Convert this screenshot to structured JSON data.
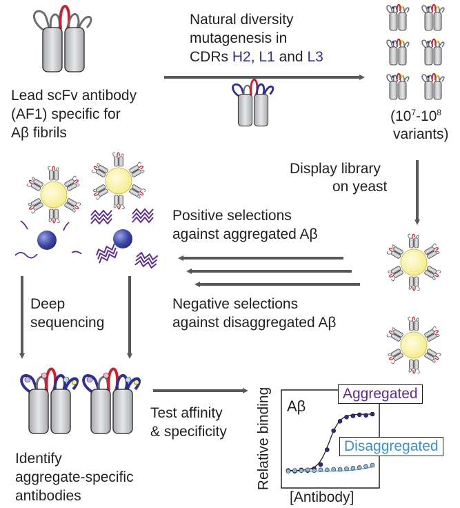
{
  "labels": {
    "lead_lines": [
      "Lead scFv antibody",
      "(AF1) specific for",
      "Aβ fibrils"
    ],
    "mutagenesis_line1": "Natural diversity",
    "mutagenesis_line2": "mutagenesis in",
    "mutagenesis_prefix": "CDRs ",
    "cdr_h2": "H2",
    "comma": ", ",
    "cdr_l1": "L1",
    "and": " and ",
    "cdr_l3": "L3",
    "library_open": "(10",
    "library_exp1": "7",
    "library_dash": "-10",
    "library_exp2": "8",
    "library_line2": "variants)",
    "display_lines": [
      "Display library",
      "on yeast"
    ],
    "positive_lines": [
      "Positive selections",
      "against aggregated Aβ"
    ],
    "negative_lines": [
      "Negative selections",
      "against disaggregated Aβ"
    ],
    "deep_lines": [
      "Deep",
      "sequencing"
    ],
    "test_lines": [
      "Test affinity",
      "& specificity"
    ],
    "identify_lines": [
      "Identify",
      "aggregate-specific",
      "antibodies"
    ]
  },
  "chart_data": {
    "type": "scatter",
    "panel_label": "Aβ",
    "xlabel": "[Antibody]",
    "ylabel": "Relative binding",
    "series": [
      {
        "name": "Aggregated",
        "color": "#2e2a7d",
        "x": [
          1,
          2,
          3,
          4,
          5,
          6,
          7,
          8,
          9,
          10,
          11,
          12,
          13,
          14
        ],
        "values": [
          0.05,
          0.04,
          0.06,
          0.05,
          0.08,
          0.15,
          0.4,
          0.72,
          0.88,
          0.95,
          0.97,
          0.99,
          0.98,
          1.0
        ]
      },
      {
        "name": "Disaggregated",
        "color": "#8fb8e0",
        "x": [
          1,
          2,
          3,
          4,
          5,
          6,
          7,
          8,
          9,
          10,
          11,
          12,
          13,
          14
        ],
        "values": [
          0.04,
          0.05,
          0.05,
          0.06,
          0.05,
          0.06,
          0.06,
          0.07,
          0.07,
          0.08,
          0.09,
          0.1,
          0.12,
          0.14
        ]
      }
    ],
    "legend_placement": "annotations-on-curves",
    "grid": false
  },
  "colors": {
    "arrow": "#58595b",
    "cdr_red": "#cc1f2f",
    "cdr_blue": "#2e3192",
    "aggregated_label": "#5b2d8e",
    "disaggregated_label": "#3d8fd0",
    "yeast": "#fff7a8",
    "bead": "#3f4aa8",
    "fibril": "#5b2d8e"
  }
}
